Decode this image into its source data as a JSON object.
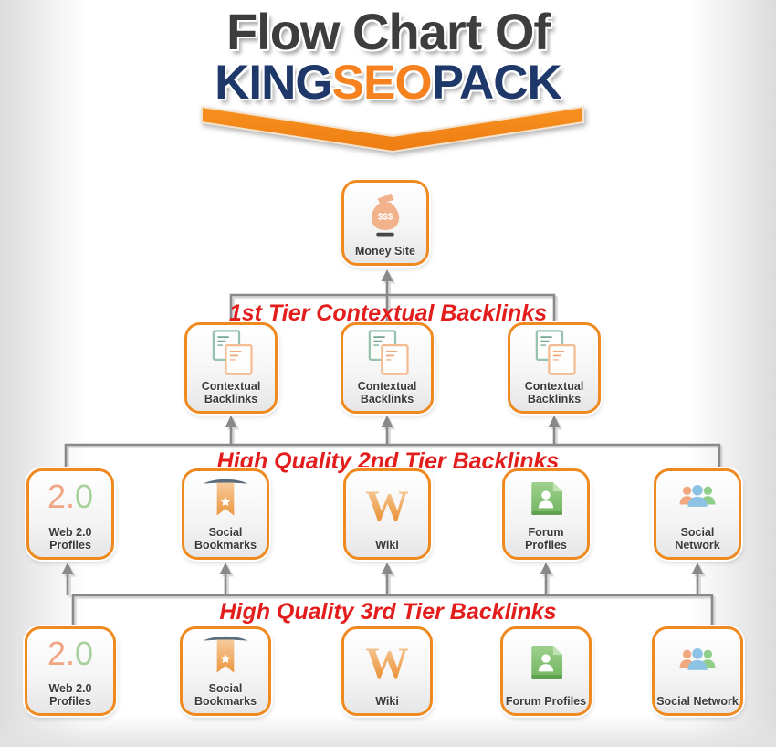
{
  "header": {
    "title": "Flow Chart Of",
    "brand": {
      "king": "KING",
      "seo": "SEO",
      "pack": "PACK"
    },
    "colors": {
      "title_gray": "#3d3d3d",
      "navy": "#1d3869",
      "orange": "#f5821f",
      "banner_orange": "#f6891f"
    }
  },
  "tier_labels": {
    "tier1": "1st Tier Contextual Backlinks",
    "tier2": "High Quality 2nd Tier Backlinks",
    "tier3": "High Quality 3rd Tier Backlinks",
    "color": "#e31c1c"
  },
  "nodes": {
    "money_site": {
      "label": "Money Site",
      "icon": "money-bag-icon"
    },
    "tier1": [
      {
        "label": "Contextual Backlinks",
        "icon": "documents-icon"
      },
      {
        "label": "Contextual Backlinks",
        "icon": "documents-icon"
      },
      {
        "label": "Contextual Backlinks",
        "icon": "documents-icon"
      }
    ],
    "tier2": [
      {
        "label": "Web 2.0 Profiles",
        "icon": "web20-icon"
      },
      {
        "label": "Social Bookmarks",
        "icon": "bookmark-ribbon-icon"
      },
      {
        "label": "Wiki",
        "icon": "wiki-w-icon"
      },
      {
        "label": "Forum Profiles",
        "icon": "forum-document-icon"
      },
      {
        "label": "Social Network",
        "icon": "people-group-icon"
      }
    ],
    "tier3": [
      {
        "label": "Web 2.0 Profiles",
        "icon": "web20-icon"
      },
      {
        "label": "Social Bookmarks",
        "icon": "bookmark-ribbon-icon"
      },
      {
        "label": "Wiki",
        "icon": "wiki-w-icon"
      },
      {
        "label": "Forum Profiles",
        "icon": "forum-document-icon"
      },
      {
        "label": "Social Network",
        "icon": "people-group-icon"
      }
    ]
  },
  "icon_text": {
    "money": "$$$",
    "wiki": "W",
    "web20_left": "2.",
    "web20_right": "0"
  },
  "style_colors": {
    "node_border": "#ef8a20",
    "connector_gray": "#898989",
    "money_bag": "#f2b28c",
    "bookmark_ribbon": "#ef9f4c",
    "forum_green": "#84c274",
    "people_orange": "#f2a87e",
    "people_blue": "#8cc3e4",
    "people_green": "#8fcf8a"
  }
}
